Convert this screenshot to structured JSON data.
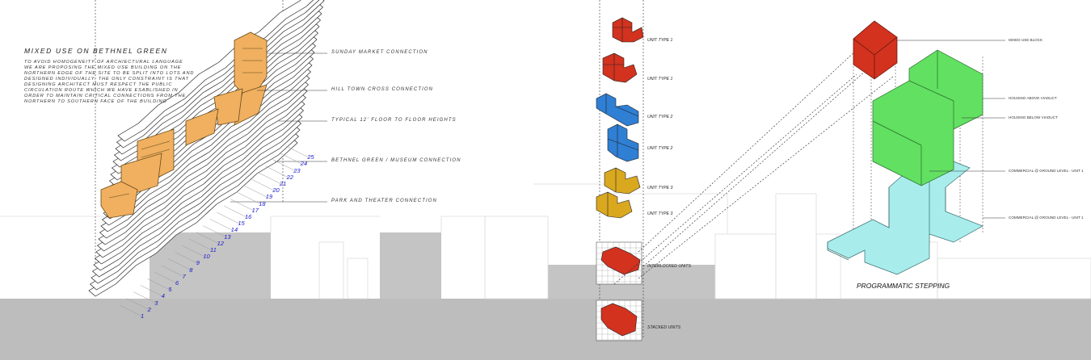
{
  "left_panel": {
    "title": "MIXED USE ON BETHNEL GREEN",
    "description": "TO AVOID HOMOGENEITY OF ARCHIECTURAL LANGUAGE\nWE ARE PROPOSING THE MIXED USE BUILDING ON THE\nNORTHERN EDGE OF THE SITE TO BE SPLIT INTO LOTS AND\nDESIGNED INDIVIDUALLY.   THE ONLY CONSTRAINT IS THAT\nDESIGNING ARCHITECT MUST RESPECT THE PUBLIC\nCIRCULATION ROUTE WHICH WE HAVE ESABLISHED IN\nORDER TO MAINTAIN CRITICAL CONNECTIONS FROM THE\nNORTHERN TO SOUTHERN FACE OF THE BUILDING",
    "callouts": [
      "SUNDAY MARKET CONNECTION",
      "HILL TOWN CROSS CONNECTION",
      "TYPICAL 12' FLOOR TO FLOOR HEIGHTS",
      "BETHNEL GREEN / MUSEUM CONNECTION",
      "PARK AND THEATER CONNECTION"
    ],
    "floor_numbers": [
      "1",
      "2",
      "3",
      "4",
      "5",
      "6",
      "7",
      "8",
      "9",
      "10",
      "11",
      "12",
      "13",
      "14",
      "15",
      "16",
      "17",
      "18",
      "19",
      "20",
      "21",
      "22",
      "23",
      "24",
      "25"
    ]
  },
  "middle_panel": {
    "unit_labels": [
      {
        "text": "UNIT TYPE 1",
        "color": "#d2321e"
      },
      {
        "text": "UNIT TYPE 1",
        "color": "#d2321e"
      },
      {
        "text": "UNIT TYPE 2",
        "color": "#2f7fd4"
      },
      {
        "text": "UNIT TYPE 2",
        "color": "#2f7fd4"
      },
      {
        "text": "UNIT TYPE 3",
        "color": "#d9a81f"
      },
      {
        "text": "UNIT TYPE 3",
        "color": "#d9a81f"
      },
      {
        "text": "INTERLOCKED UNITS",
        "color": "#d2321e"
      },
      {
        "text": "STACKED UNITS",
        "color": "#d2321e"
      }
    ]
  },
  "right_panel": {
    "labels": [
      "MIXED USE BLOCK",
      "HOUSING ABOVE VIADUCT",
      "HOUSING BELOW VIADUCT",
      "COMMERCIAL @ GROUND LEVEL - UNIT 1",
      "COMMERCIAL @ GROUND LEVEL - UNIT 1"
    ],
    "caption": "PROGRAMMATIC STEPPING",
    "colors": {
      "mixed_use": "#d2321e",
      "housing": "#62e062",
      "commercial": "#a8ecec"
    }
  },
  "colors": {
    "orange": "#f0b060",
    "ground": "#bdbdbd",
    "floor_numbers": "#1a1acf"
  }
}
